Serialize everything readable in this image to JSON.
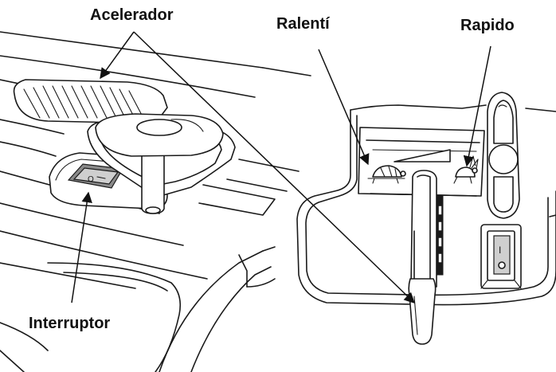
{
  "labels": {
    "acelerador": "Acelerador",
    "ralenti": "Ralentí",
    "rapido": "Rapido",
    "interruptor": "Interruptor"
  },
  "icons": {
    "idle_symbol": "turtle-icon",
    "fast_symbol": "rabbit-icon"
  },
  "switch_states": {
    "off_mark": "O",
    "on_mark": "I"
  }
}
